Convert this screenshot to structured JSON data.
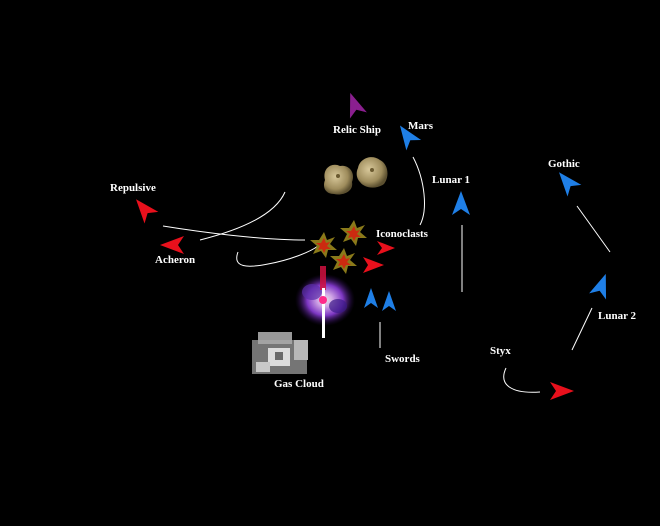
{
  "labels": {
    "relic_ship": "Relic Ship",
    "mars": "Mars",
    "repulsive": "Repulsive",
    "acheron": "Acheron",
    "iconoclasts": "Iconoclasts",
    "lunar1": "Lunar 1",
    "gothic": "Gothic",
    "lunar2": "Lunar 2",
    "swords": "Swords",
    "styx": "Styx",
    "gas_cloud": "Gas Cloud"
  },
  "icons": {
    "red_fleet": "red-ship-arrow",
    "blue_fleet": "blue-ship-arrow",
    "purple_fleet": "purple-ship-arrow",
    "asteroid": "asteroid",
    "explosion": "explosion-burst",
    "nebula": "nebula",
    "gas_cloud": "gas-cloud"
  },
  "colors": {
    "background": "#000000",
    "red": "#e8101c",
    "blue": "#1f7fe6",
    "purple": "#8a1f8f",
    "line": "#ffffff",
    "label": "#ffffff"
  }
}
